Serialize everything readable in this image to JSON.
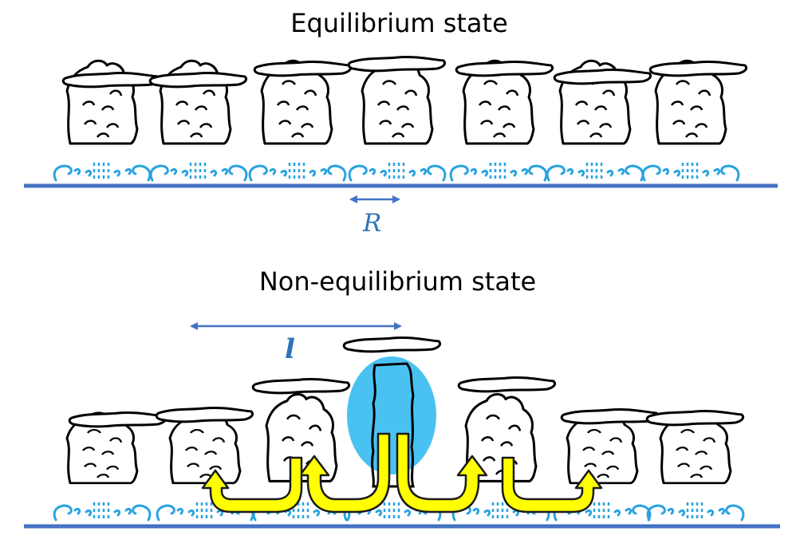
{
  "diagram": {
    "title_top": "Equilibrium state",
    "title_bottom": "Non-equilibrium state",
    "symbol_cell_spacing": "R",
    "symbol_length_scale": "l"
  },
  "colors": {
    "ground": "#4472c4",
    "wave": "#29a3e0",
    "arrow_dim": "#4472c4",
    "symbol": "#2e75b6",
    "flow_arrow_fill": "#ffff00",
    "flow_arrow_stroke": "#1a1a1a",
    "highlight": "#3bbdf0",
    "cloud_outline": "#000000"
  },
  "icons": [
    "cumulonimbus-cloud-icon",
    "flow-arrow-icon",
    "double-headed-arrow-icon"
  ]
}
